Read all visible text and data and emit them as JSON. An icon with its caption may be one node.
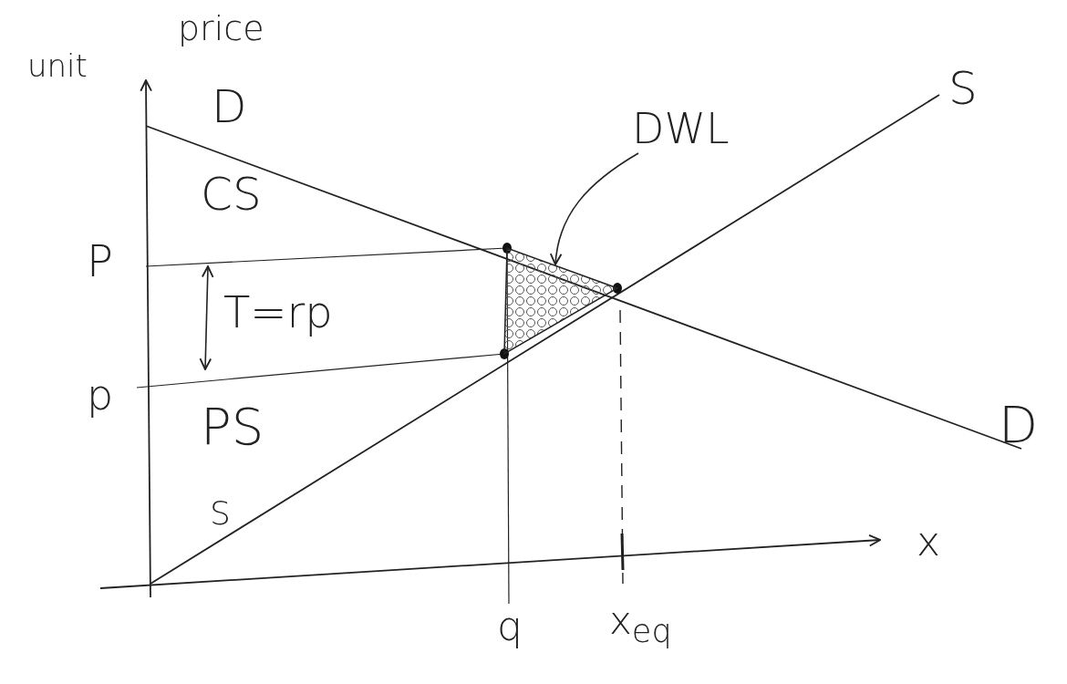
{
  "diagram": {
    "nodes": [
      {
        "text": [
          "DWL"
        ]
      },
      {
        "text": [],
        "shape": "triangle"
      }
    ],
    "edges": [
      {
        "from": 0,
        "to": 1,
        "arrow": "to"
      }
    ],
    "labels": [
      "unit",
      "price",
      "D",
      "S",
      "CS",
      "P",
      "T=rp",
      "p",
      "PS",
      "D",
      "S",
      "x",
      "q",
      "x$_{eq}$"
    ]
  }
}
